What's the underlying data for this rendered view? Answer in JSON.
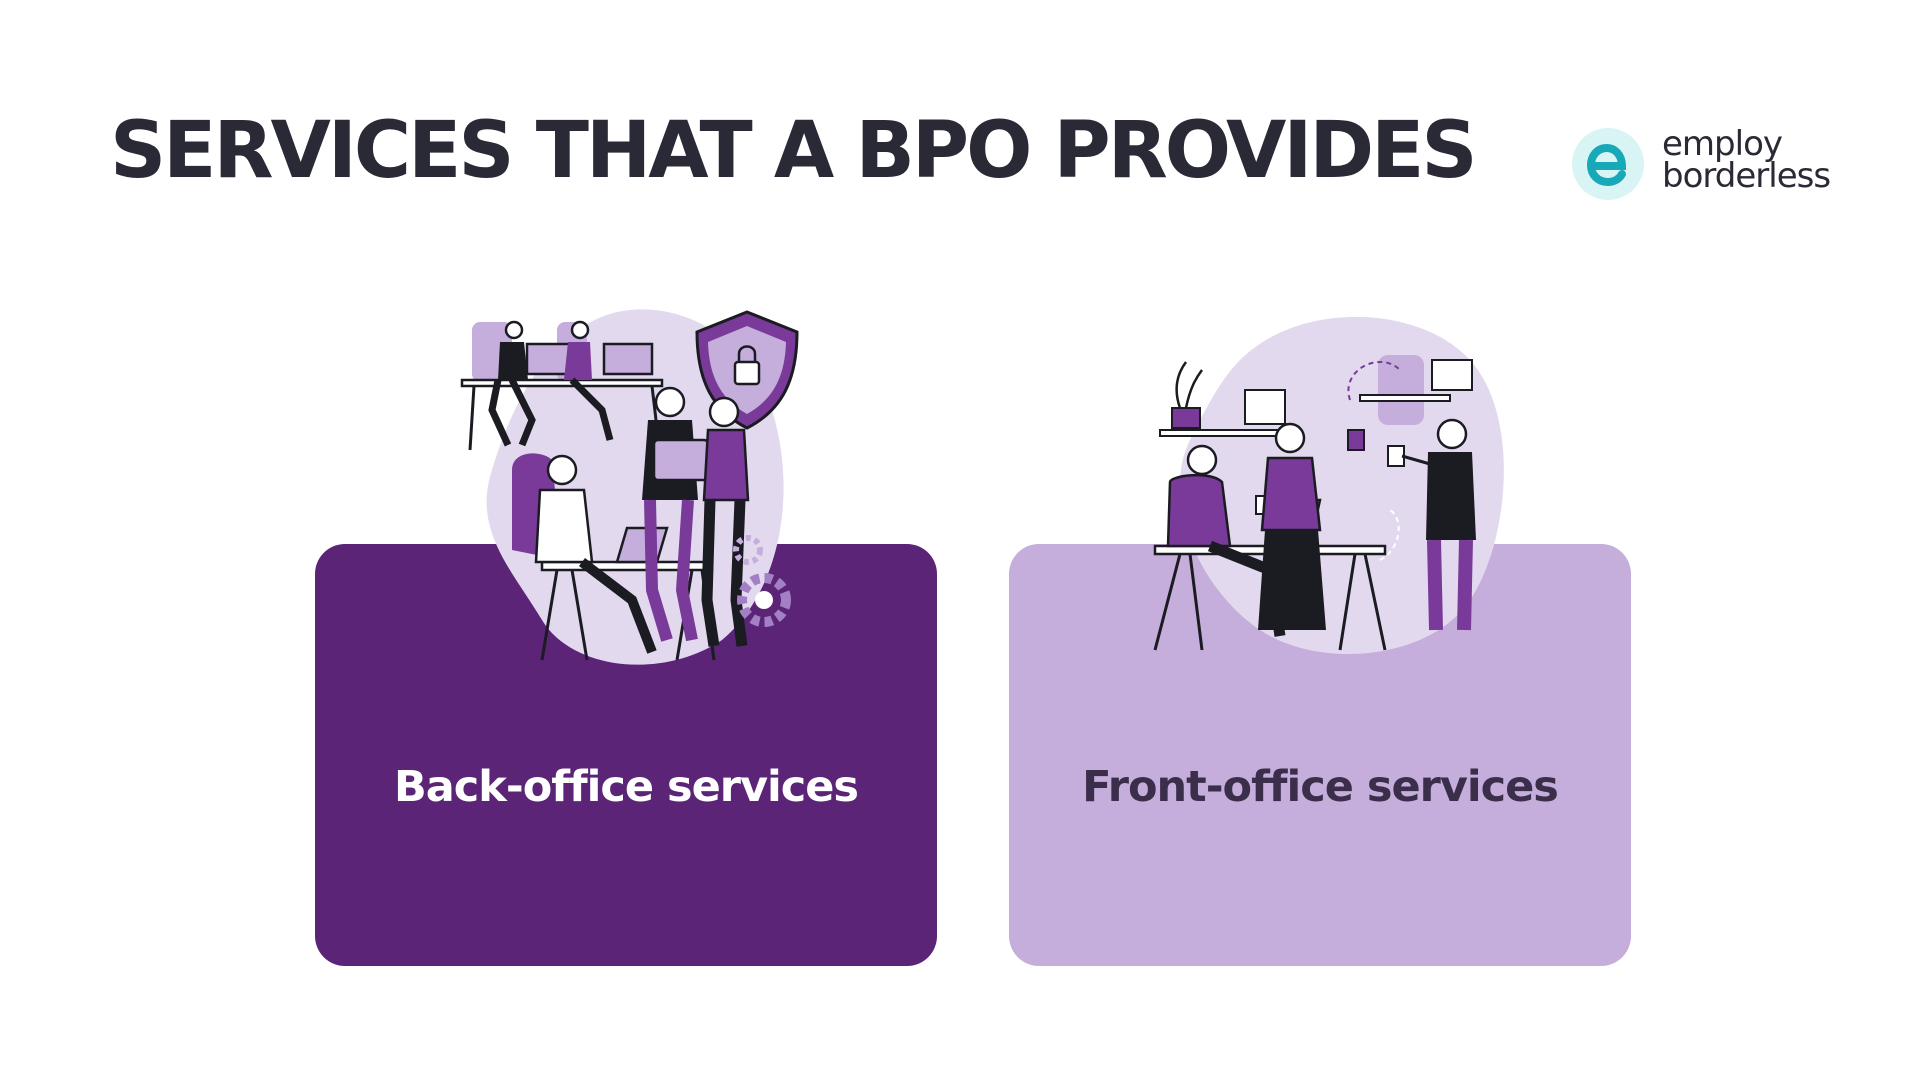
{
  "page": {
    "title": "SERVICES THAT A BPO PROVIDES"
  },
  "logo": {
    "line1": "employ",
    "line2": "borderless",
    "icon": "employ-borderless-logo-icon"
  },
  "cards": [
    {
      "label": "Back-office services",
      "illustration": "office-team-security-illustration"
    },
    {
      "label": "Front-office services",
      "illustration": "coworkers-coffee-illustration"
    }
  ],
  "colors": {
    "title": "#2a2a37",
    "back_card": "#5c2476",
    "front_card": "#c5aedc",
    "accent_purple": "#7a3a9a",
    "logo_teal": "#17a9b8",
    "blob": "#e3d9ef"
  }
}
